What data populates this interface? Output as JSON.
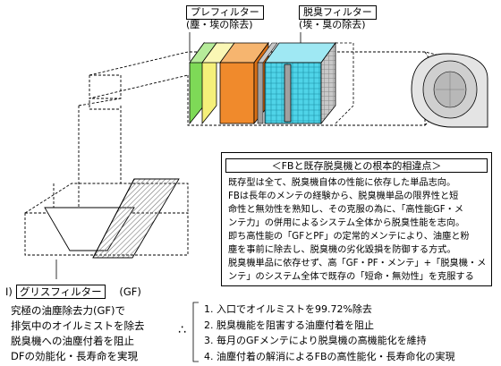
{
  "filters": {
    "prefilter_label": "プレフィルター",
    "prefilter_sub": "(塵・埃の除去)",
    "deodorizer_label": "脱臭フィルター",
    "deodorizer_sub": "(埃・臭の除去)"
  },
  "panel": {
    "title": "＜FBと既存脱臭機との根本的相違点＞",
    "lines": [
      "既存型は全て、脱臭機自体の性能に依存した単品志向。",
      "FBは長年のメンテの経験から、脱臭機単品の限界性と短",
      "命性と無効性を熟知し、その克服の為に、「高性能GF・メ",
      "ンテ力」の併用によるシステム全体から脱臭性能を志向。",
      "即ち高性能の「GFとPF」の定常的メンテにより、油塵と粉",
      "塵を事前に除去し、脱臭機の劣化毀損を防御する方式。",
      "脱臭機単品に依存せず、高「GF・PF・メンテ」+「脱臭機・メ",
      "ンテ」のシステム全体で既存の「短命・無効性」を克服する"
    ]
  },
  "grease": {
    "index": "Ⅰ)",
    "label": "グリスフィルター",
    "abbr": "(GF)",
    "desc": [
      "究極の油塵除去力(GF)で",
      "排気中のオイルミストを除去",
      "脱臭機への油塵付着を阻止",
      "DFの効能化・長寿命を実現"
    ]
  },
  "therefore": "∴",
  "points": [
    "1. 入口でオイルミストを99.72%除去",
    "2. 脱臭機能を阻害する油塵付着を阻止",
    "3. 毎月のGFメンテにより脱臭機の高機能化を維持",
    "4. 油塵付着の解消によるFBの高性能化・長寿命化の実現"
  ],
  "colors": {
    "filter_green": "#7ed957",
    "filter_yellow": "#f5f07a",
    "filter_orange": "#f08a2c",
    "filter_cyan": "#4fd4e8",
    "filter_gray": "#a0a0a0"
  }
}
